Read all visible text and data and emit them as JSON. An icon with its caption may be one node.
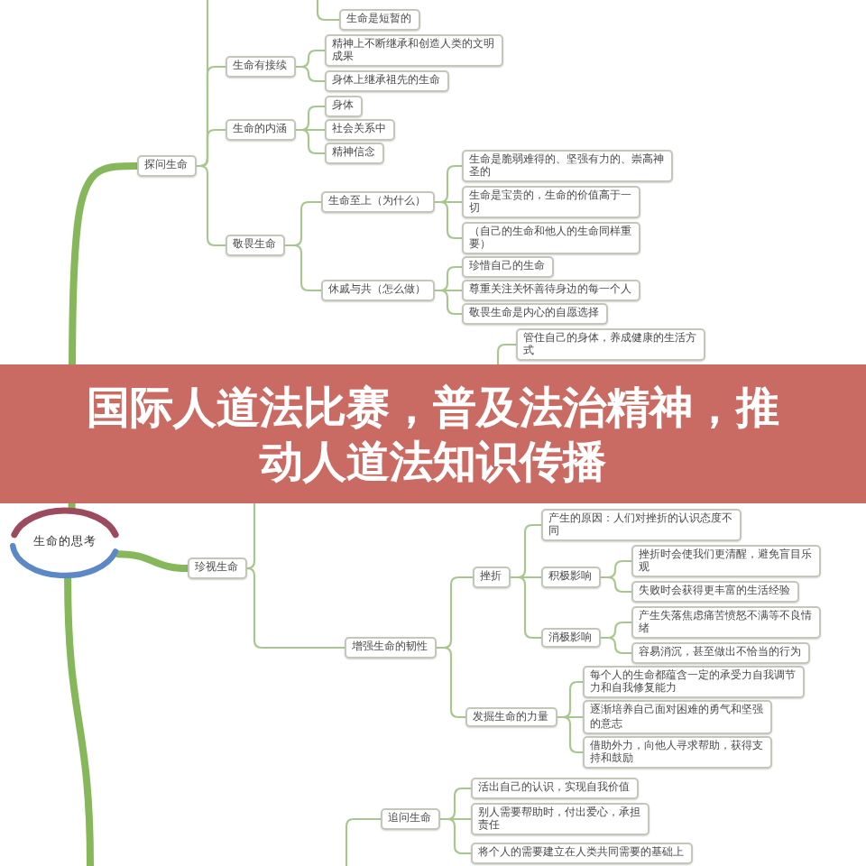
{
  "diagram": {
    "title": "国际人道法比赛，普及法治精神，推动人道法知识传播",
    "nodes": [
      {
        "text": [
          "生命的思考"
        ]
      },
      {
        "text": [
          "探问生命"
        ]
      },
      {
        "text": [
          "生命是短暂的"
        ]
      },
      {
        "text": [
          "生命有接续"
        ]
      },
      {
        "text": [
          "精神上不断继承和创造人类的文明成果"
        ]
      },
      {
        "text": [
          "身体上继承祖先的生命"
        ]
      },
      {
        "text": [
          "生命的内涵"
        ]
      },
      {
        "text": [
          "身体"
        ]
      },
      {
        "text": [
          "社会关系中"
        ]
      },
      {
        "text": [
          "精神信念"
        ]
      },
      {
        "text": [
          "敬畏生命"
        ]
      },
      {
        "text": [
          "生命至上（为什么）"
        ]
      },
      {
        "text": [
          "生命是脆弱难得的、坚强有力的、崇高神圣的"
        ]
      },
      {
        "text": [
          "生命是宝贵的，生命的价值高于一切"
        ]
      },
      {
        "text": [
          "（自己的生命和他人的生命同样重要）"
        ]
      },
      {
        "text": [
          "休戚与共（怎么做）"
        ]
      },
      {
        "text": [
          "珍惜自己的生命"
        ]
      },
      {
        "text": [
          "尊重关注关怀善待身边的每一个人"
        ]
      },
      {
        "text": [
          "敬畏生命是内心的自愿选择"
        ]
      },
      {
        "text": [
          "管住自己的身体，养成健康的生活方式"
        ]
      },
      {
        "text": [
          "珍视生命"
        ]
      },
      {
        "text": [
          "增强生命的韧性"
        ]
      },
      {
        "text": [
          "挫折"
        ]
      },
      {
        "text": [
          "产生的原因：人们对挫折的认识态度不同"
        ]
      },
      {
        "text": [
          "积极影响"
        ]
      },
      {
        "text": [
          "挫折时会使我们更清醒，避免盲目乐观"
        ]
      },
      {
        "text": [
          "失败时会获得更丰富的生活经验"
        ]
      },
      {
        "text": [
          "消极影响"
        ]
      },
      {
        "text": [
          "产生失落焦虑痛苦愤怒不满等不良情绪"
        ]
      },
      {
        "text": [
          "容易消沉，甚至做出不恰当的行为"
        ]
      },
      {
        "text": [
          "发掘生命的力量"
        ]
      },
      {
        "text": [
          "每个人的生命都蕴含一定的承受力自我调节力和自我修复能力"
        ]
      },
      {
        "text": [
          "逐渐培养自己面对困难的勇气和坚强的意志"
        ]
      },
      {
        "text": [
          "借助外力，向他人寻求帮助，获得支持和鼓励"
        ]
      },
      {
        "text": [
          "追问生命"
        ]
      },
      {
        "text": [
          "活出自己的认识，实现自我价值"
        ]
      },
      {
        "text": [
          "别人需要帮助时，付出爱心，承担责任"
        ]
      },
      {
        "text": [
          "将个人的需要建立在人类共同需要的基础上"
        ]
      }
    ],
    "edges": [
      {
        "from": 0,
        "to": 1,
        "arrow": "none",
        "style": "thick",
        "color": "#86b75b"
      },
      {
        "from": 0,
        "to": 20,
        "arrow": "none",
        "style": "thick",
        "color": "#86b75b"
      },
      {
        "from": 0,
        "to": null,
        "arrow": "none",
        "style": "thick",
        "color": "#86b75b"
      },
      {
        "from": 1,
        "to": null,
        "arrow": "none"
      },
      {
        "from": null,
        "to": 2,
        "arrow": "none"
      },
      {
        "from": 1,
        "to": 3,
        "arrow": "none"
      },
      {
        "from": 1,
        "to": 6,
        "arrow": "none"
      },
      {
        "from": 1,
        "to": 10,
        "arrow": "none"
      },
      {
        "from": 3,
        "to": 4,
        "arrow": "none"
      },
      {
        "from": 3,
        "to": 5,
        "arrow": "none"
      },
      {
        "from": 6,
        "to": 7,
        "arrow": "none"
      },
      {
        "from": 6,
        "to": 8,
        "arrow": "none"
      },
      {
        "from": 6,
        "to": 9,
        "arrow": "none"
      },
      {
        "from": 10,
        "to": 11,
        "arrow": "none"
      },
      {
        "from": 10,
        "to": 15,
        "arrow": "none"
      },
      {
        "from": 11,
        "to": 12,
        "arrow": "none"
      },
      {
        "from": 11,
        "to": 13,
        "arrow": "none"
      },
      {
        "from": 11,
        "to": 14,
        "arrow": "none"
      },
      {
        "from": 15,
        "to": 16,
        "arrow": "none"
      },
      {
        "from": 15,
        "to": 17,
        "arrow": "none"
      },
      {
        "from": 15,
        "to": 18,
        "arrow": "none"
      },
      {
        "from": null,
        "to": 19,
        "arrow": "none"
      },
      {
        "from": 20,
        "to": null,
        "arrow": "none"
      },
      {
        "from": 20,
        "to": 21,
        "arrow": "none"
      },
      {
        "from": 21,
        "to": 22,
        "arrow": "none"
      },
      {
        "from": 21,
        "to": 30,
        "arrow": "none"
      },
      {
        "from": 22,
        "to": 23,
        "arrow": "none"
      },
      {
        "from": 22,
        "to": 24,
        "arrow": "none"
      },
      {
        "from": 22,
        "to": 27,
        "arrow": "none"
      },
      {
        "from": 24,
        "to": 25,
        "arrow": "none"
      },
      {
        "from": 24,
        "to": 26,
        "arrow": "none"
      },
      {
        "from": 27,
        "to": 28,
        "arrow": "none"
      },
      {
        "from": 27,
        "to": 29,
        "arrow": "none"
      },
      {
        "from": 30,
        "to": 31,
        "arrow": "none"
      },
      {
        "from": 30,
        "to": 32,
        "arrow": "none"
      },
      {
        "from": 30,
        "to": 33,
        "arrow": "none"
      },
      {
        "from": null,
        "to": 34,
        "arrow": "none"
      },
      {
        "from": 34,
        "to": 35,
        "arrow": "none"
      },
      {
        "from": 34,
        "to": 36,
        "arrow": "none"
      },
      {
        "from": 34,
        "to": 37,
        "arrow": "none"
      }
    ]
  }
}
